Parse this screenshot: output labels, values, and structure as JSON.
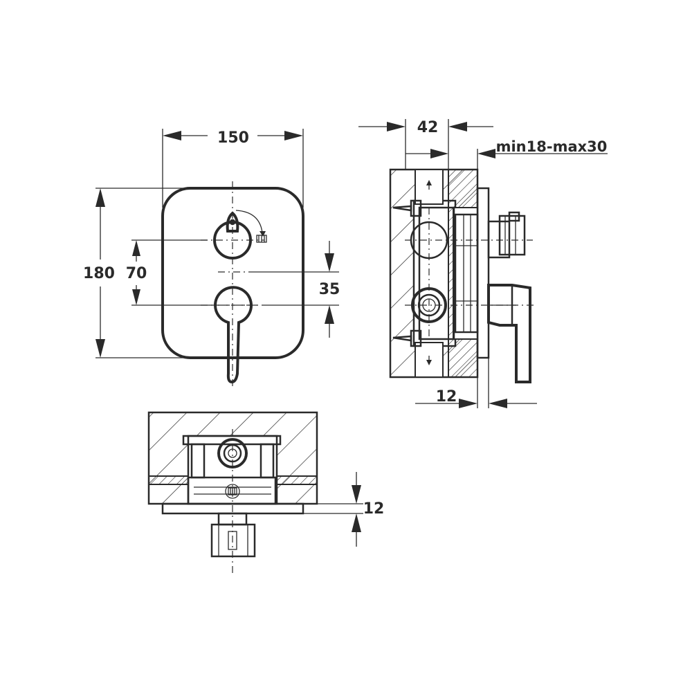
{
  "dimensions": {
    "width_150": "150",
    "height_180": "180",
    "spacing_70": "70",
    "offset_35": "35",
    "depth_42": "42",
    "wall_range": "min18-max30",
    "plate_12_side": "12",
    "plate_12_bottom": "12"
  },
  "colors": {
    "line": "#2a2a2a",
    "background": "#ffffff"
  },
  "icons": {
    "shower_head": "shower-head-icon",
    "flow_up": "arrow-up-icon",
    "flow_down": "arrow-down-icon"
  }
}
